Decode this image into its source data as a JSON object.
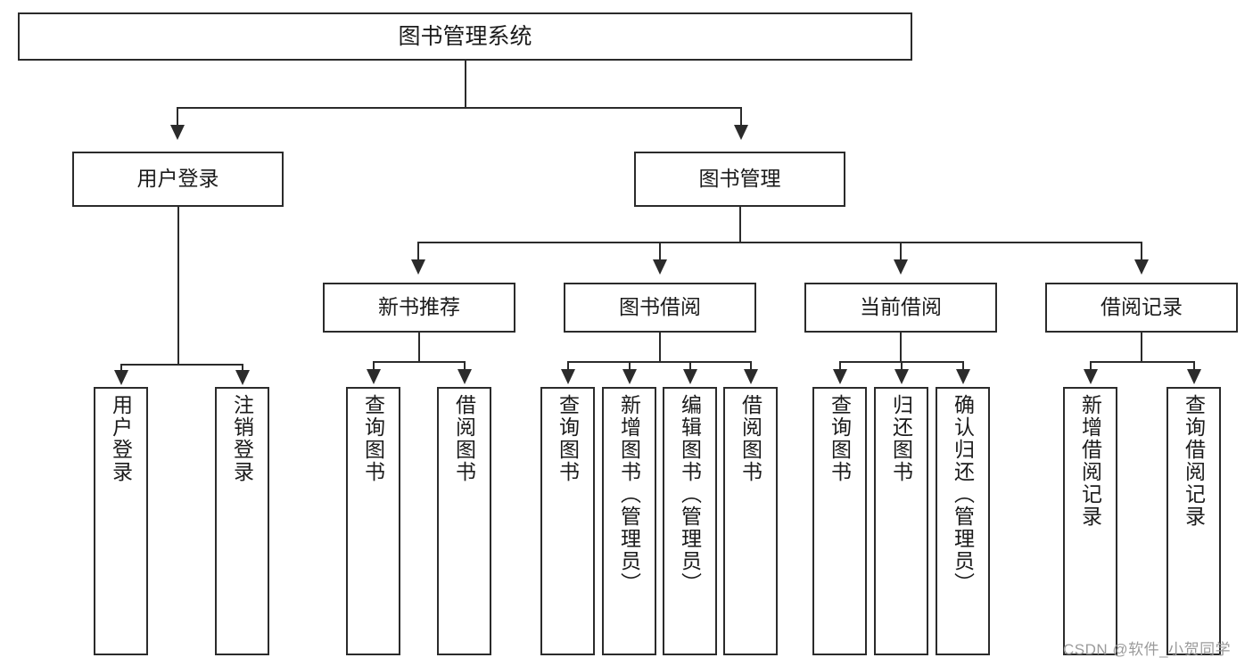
{
  "diagram": {
    "type": "tree-hierarchy-diagram",
    "root": {
      "label": "图书管理系统"
    },
    "level2": [
      {
        "label": "用户登录"
      },
      {
        "label": "图书管理"
      }
    ],
    "level3": [
      {
        "label": "新书推荐"
      },
      {
        "label": "图书借阅"
      },
      {
        "label": "当前借阅"
      },
      {
        "label": "借阅记录"
      }
    ],
    "leaves": {
      "user_login": [
        {
          "label": "用户登录"
        },
        {
          "label": "注销登录"
        }
      ],
      "new_book_recommend": [
        {
          "label": "查询图书"
        },
        {
          "label": "借阅图书"
        }
      ],
      "book_borrow": [
        {
          "label": "查询图书"
        },
        {
          "label": "新增图书（管理员）"
        },
        {
          "label": "编辑图书（管理员）"
        },
        {
          "label": "借阅图书"
        }
      ],
      "current_borrow": [
        {
          "label": "查询图书"
        },
        {
          "label": "归还图书"
        },
        {
          "label": "确认归还（管理员）"
        }
      ],
      "borrow_record": [
        {
          "label": "新增借阅记录"
        },
        {
          "label": "查询借阅记录"
        }
      ]
    }
  },
  "watermark": {
    "text": "CSDN @软件_小贺同学"
  },
  "colors": {
    "stroke": "#2b2b2b",
    "background": "#ffffff",
    "text": "#1b1b1b",
    "watermark": "#9b9b9b"
  }
}
